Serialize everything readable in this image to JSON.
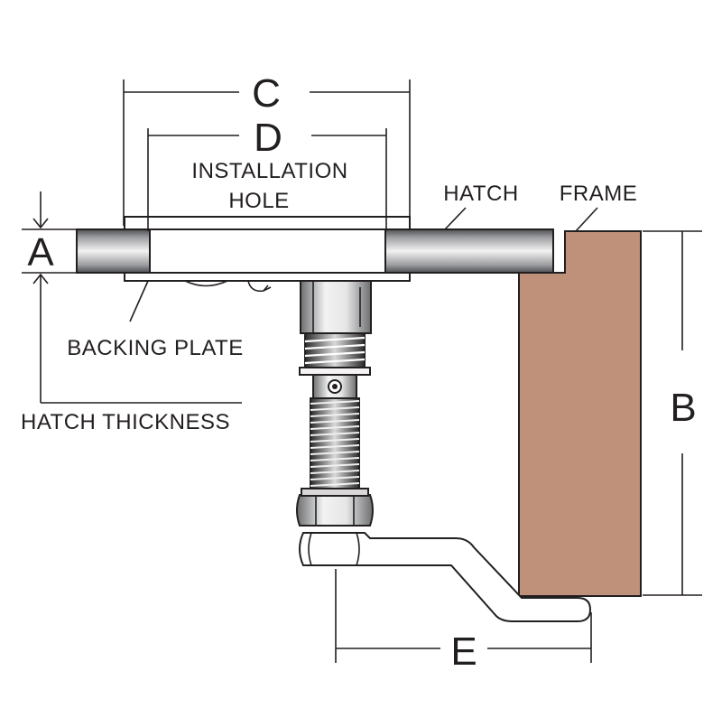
{
  "dimensions": {
    "a": "A",
    "b": "B",
    "c": "C",
    "d": "D",
    "e": "E"
  },
  "labels": {
    "installation_hole_line1": "INSTALLATION",
    "installation_hole_line2": "HOLE",
    "hatch": "HATCH",
    "frame": "FRAME",
    "backing_plate": "BACKING PLATE",
    "hatch_thickness": "HATCH THICKNESS"
  },
  "colors": {
    "frame_fill": "#c0917a",
    "steel_dark": "#5a5b5e",
    "steel_light": "#eceded",
    "outline": "#231f20"
  }
}
